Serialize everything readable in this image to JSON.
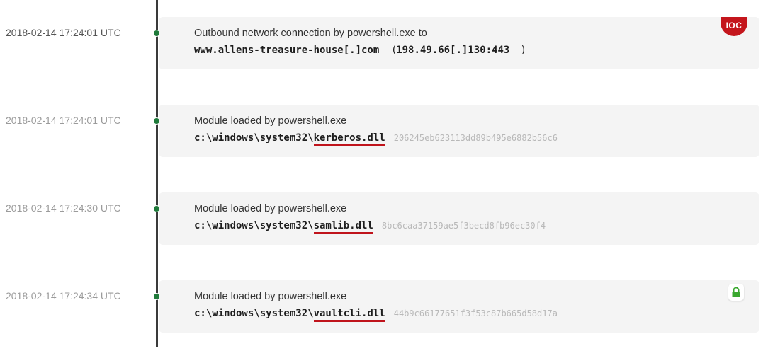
{
  "events": [
    {
      "timestamp": "2018-02-14 17:24:01 UTC",
      "title": "Outbound network connection by powershell.exe to",
      "domain": "www.allens-treasure-house[.]com",
      "paren_open": "(",
      "address": "198.49.66[.]130:443",
      "paren_close": ")",
      "badge": "IOC"
    },
    {
      "timestamp": "2018-02-14 17:24:01 UTC",
      "title": "Module loaded by powershell.exe",
      "path": "c:\\windows\\system32\\",
      "module": "kerberos.dll",
      "hash": "206245eb623113dd89b495e6882b56c6"
    },
    {
      "timestamp": "2018-02-14 17:24:30 UTC",
      "title": "Module loaded by powershell.exe",
      "path": "c:\\windows\\system32\\",
      "module": "samlib.dll",
      "hash": "8bc6caa37159ae5f3becd8fb96ec30f4"
    },
    {
      "timestamp": "2018-02-14 17:24:34 UTC",
      "title": "Module loaded by powershell.exe",
      "path": "c:\\windows\\system32\\",
      "module": "vaultcli.dll",
      "hash": "44b9c66177651f3f53c87b665d58d17a",
      "icon": "lock-icon"
    }
  ],
  "colors": {
    "dot": "#1f7a3a",
    "ioc_badge": "#c4161c",
    "underline": "#c0141c",
    "lock": "#3aa82f"
  }
}
